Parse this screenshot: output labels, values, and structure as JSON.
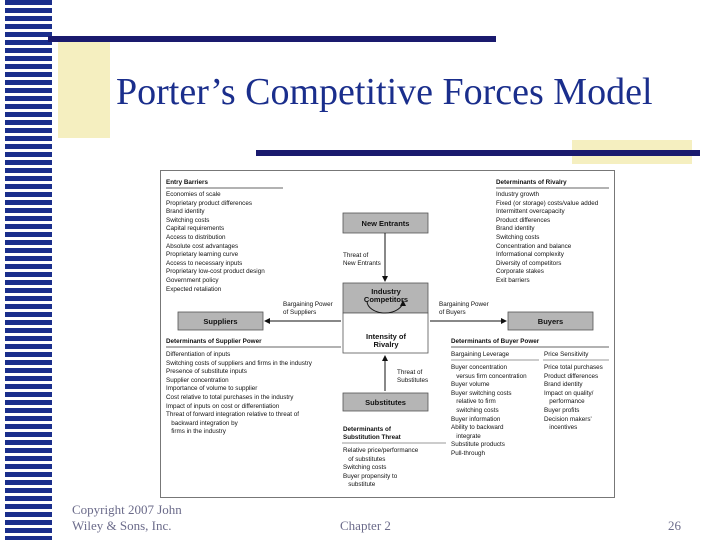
{
  "slide": {
    "title": "Porter’s Competitive Forces Model",
    "footer_left_1": "Copyright 2007 John",
    "footer_left_2": "Wiley & Sons, Inc.",
    "footer_center": "Chapter 2",
    "page_number": "26"
  },
  "colors": {
    "stripe": "#1a2e8c",
    "accent_bar": "#1a1a6e",
    "deco_yellow": "#f5efc0",
    "box_fill": "#b5b5b5"
  },
  "diagram": {
    "entry_barriers": {
      "heading": "Entry Barriers",
      "items": [
        "Economies of scale",
        "Proprietary product differences",
        "Brand identity",
        "Switching costs",
        "Capital requirements",
        "Access to distribution",
        "Absolute cost advantages",
        "Proprietary learning curve",
        "Access to necessary inputs",
        "Proprietary low-cost product design",
        "Government policy",
        "Expected retaliation"
      ]
    },
    "rivalry": {
      "heading": "Determinants of Rivalry",
      "items": [
        "Industry growth",
        "Fixed (or storage) costs/value added",
        "Intermittent overcapacity",
        "Product differences",
        "Brand identity",
        "Switching costs",
        "Concentration and balance",
        "Informational complexity",
        "Diversity of competitors",
        "Corporate stakes",
        "Exit barriers"
      ]
    },
    "boxes": {
      "new_entrants": "New Entrants",
      "industry_competitors": "Industry Competitors",
      "intensity": "Intensity of Rivalry",
      "suppliers": "Suppliers",
      "buyers": "Buyers",
      "substitutes": "Substitutes"
    },
    "arrow_labels": {
      "threat_new_1": "Threat of",
      "threat_new_2": "New Entrants",
      "supplier_power_1": "Bargaining Power",
      "supplier_power_2": "of Suppliers",
      "buyer_power_1": "Bargaining Power",
      "buyer_power_2": "of Buyers",
      "threat_sub_1": "Threat of",
      "threat_sub_2": "Substitutes"
    },
    "supplier_power": {
      "heading": "Determinants of Supplier Power",
      "items": [
        "Differentiation of inputs",
        "Switching costs of suppliers and firms in the industry",
        "Presence of substitute inputs",
        "Supplier concentration",
        "Importance of volume to supplier",
        "Cost relative to total purchases in the industry",
        "Impact of inputs on cost or differentiation",
        "Threat of forward integration relative to threat of",
        "   backward integration by",
        "   firms in the industry"
      ]
    },
    "buyer_power": {
      "heading": "Determinants of Buyer Power",
      "leverage_heading": "Bargaining Leverage",
      "leverage_items": [
        "Buyer concentration",
        "   versus firm concentration",
        "Buyer volume",
        "Buyer switching costs",
        "   relative to firm",
        "   switching costs",
        "Buyer information",
        "Ability to backward",
        "   integrate",
        "Substitute products",
        "Pull-through"
      ],
      "sensitivity_heading": "Price Sensitivity",
      "sensitivity_items": [
        "Price total purchases",
        "Product differences",
        "Brand identity",
        "Impact on quality/",
        "   performance",
        "Buyer profits",
        "Decision makers'",
        "   incentives"
      ]
    },
    "substitution": {
      "heading_1": "Determinants of",
      "heading_2": "Substitution Threat",
      "items": [
        "Relative price/performance",
        "   of substitutes",
        "Switching costs",
        "Buyer propensity to",
        "   substitute"
      ]
    }
  }
}
